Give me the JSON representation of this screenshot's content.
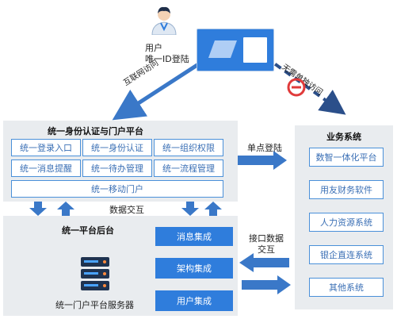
{
  "user": {
    "label": "用户",
    "sublabel": "唯一ID登陆"
  },
  "internet_access": "互联网访问",
  "no_separate_access": "无需单独访问",
  "identity_platform": {
    "title": "统一身份认证与门户平台",
    "items": [
      "统一登录入口",
      "统一身份认证",
      "统一组织权限",
      "统一消息提醒",
      "统一待办管理",
      "统一流程管理"
    ],
    "mobile_portal": "统一移动门户"
  },
  "single_sign_on": "单点登陆",
  "data_exchange": "数据交互",
  "interface_data_exchange": [
    "接口数据",
    "交互"
  ],
  "backend": {
    "title": "统一平台后台",
    "integrations": [
      "消息集成",
      "架构集成",
      "用户集成"
    ],
    "server_label": "统一门户平台服务器"
  },
  "business": {
    "title": "业务系统",
    "systems": [
      "数智一体化平台",
      "用友财务软件",
      "人力资源系统",
      "银企直连系统",
      "其他系统"
    ]
  },
  "colors": {
    "accent": "#2f7ddc",
    "dashed_arrow": "#2b4f8a",
    "panel": "#e9ecef",
    "forbidden": "#e03a3a"
  }
}
